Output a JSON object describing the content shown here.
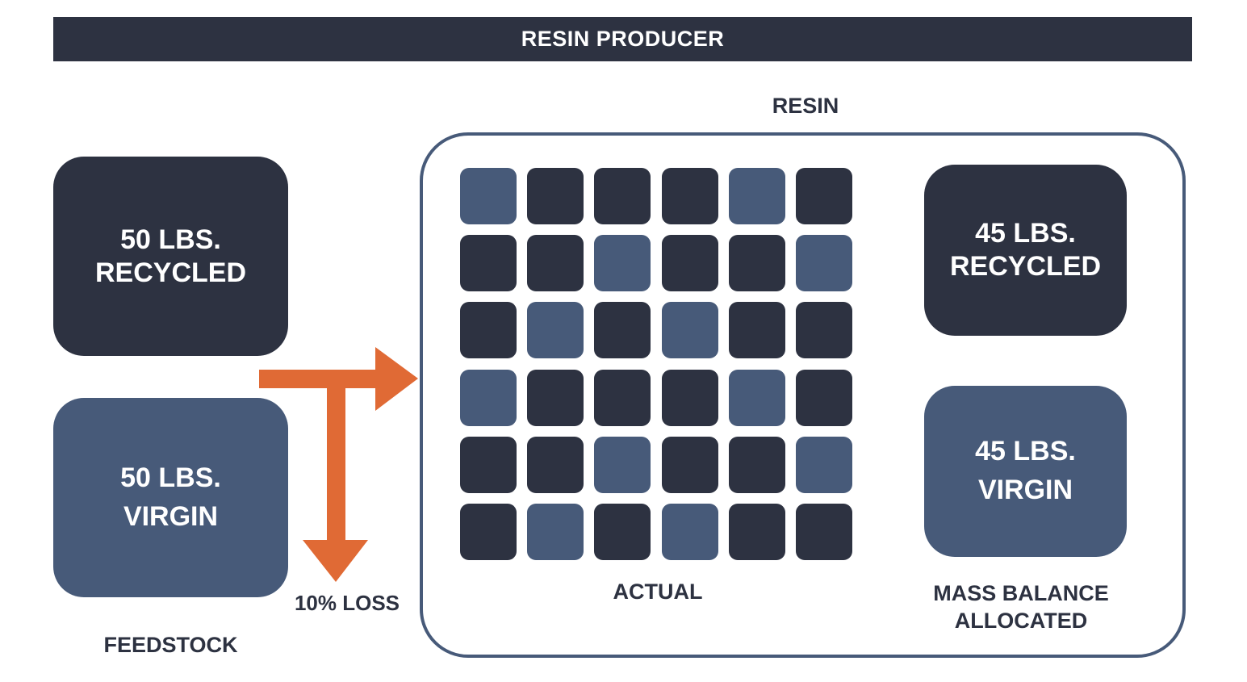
{
  "header": {
    "title": "RESIN PRODUCER"
  },
  "feedstock": {
    "label": "FEEDSTOCK",
    "recycled": {
      "amount": "50 LBS.",
      "type": "RECYCLED"
    },
    "virgin": {
      "amount": "50 LBS.",
      "type": "VIRGIN"
    }
  },
  "process": {
    "loss_label": "10% LOSS"
  },
  "resin": {
    "label": "RESIN",
    "actual_label": "ACTUAL",
    "grid": [
      [
        "virgin",
        "recycled",
        "recycled",
        "recycled",
        "virgin",
        "recycled"
      ],
      [
        "recycled",
        "recycled",
        "virgin",
        "recycled",
        "recycled",
        "virgin"
      ],
      [
        "recycled",
        "virgin",
        "recycled",
        "virgin",
        "recycled",
        "recycled"
      ],
      [
        "virgin",
        "recycled",
        "recycled",
        "recycled",
        "virgin",
        "recycled"
      ],
      [
        "recycled",
        "recycled",
        "virgin",
        "recycled",
        "recycled",
        "virgin"
      ],
      [
        "recycled",
        "virgin",
        "recycled",
        "virgin",
        "recycled",
        "recycled"
      ]
    ],
    "mass_balance": {
      "label_line1": "MASS BALANCE",
      "label_line2": "ALLOCATED",
      "recycled": {
        "amount": "45 LBS.",
        "type": "RECYCLED"
      },
      "virgin": {
        "amount": "45 LBS.",
        "type": "VIRGIN"
      }
    }
  },
  "colors": {
    "recycled": "#2d3241",
    "virgin": "#475a79",
    "arrow": "#e06a35"
  }
}
